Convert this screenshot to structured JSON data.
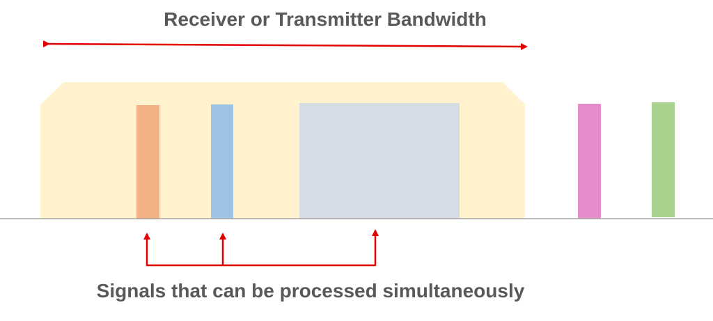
{
  "diagram": {
    "title": "Receiver or Transmitter Bandwidth",
    "caption": "Signals that can be processed simultaneously",
    "colors": {
      "band": "#fff2cc",
      "arrow": "#e00000",
      "baseline": "#a6a6a6",
      "text": "#595959"
    },
    "signals": [
      {
        "id": "signal-1",
        "color": "#f4b183",
        "in_band": true
      },
      {
        "id": "signal-2",
        "color": "#9dc3e6",
        "in_band": true
      },
      {
        "id": "signal-3",
        "color": "#d6dce5",
        "in_band": true
      },
      {
        "id": "signal-4",
        "color": "#e68ccb",
        "in_band": false
      },
      {
        "id": "signal-5",
        "color": "#a9d18e",
        "in_band": false
      }
    ]
  }
}
